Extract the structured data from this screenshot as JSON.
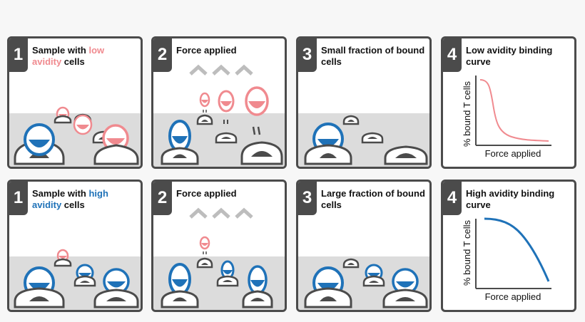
{
  "colors": {
    "pink": "#f08a8f",
    "blue": "#1f72b8",
    "dark": "#4b4b4b",
    "ground": "#dcdcdc"
  },
  "icons": {
    "arrow": "chevron-up-icon",
    "cell": "t-cell-icon",
    "target": "target-cell-icon"
  },
  "row1": {
    "p1": {
      "step": "1",
      "t1": "Sample with ",
      "t2": "low",
      "t3": "avidity",
      "t4": " cells"
    },
    "p2": {
      "step": "2",
      "title": "Force applied"
    },
    "p3": {
      "step": "3",
      "title": "Small fraction of bound cells"
    },
    "p4": {
      "step": "4",
      "title": "Low avidity binding curve",
      "ylabel": "% bound T cells",
      "xlabel": "Force applied"
    }
  },
  "row2": {
    "p1": {
      "step": "1",
      "t1": "Sample with ",
      "t2": "high",
      "t3": "avidity",
      "t4": " cells"
    },
    "p2": {
      "step": "2",
      "title": "Force applied"
    },
    "p3": {
      "step": "3",
      "title": "Large fraction of bound cells"
    },
    "p4": {
      "step": "4",
      "title": "High avidity binding curve",
      "ylabel": "% bound T cells",
      "xlabel": "Force applied"
    }
  }
}
